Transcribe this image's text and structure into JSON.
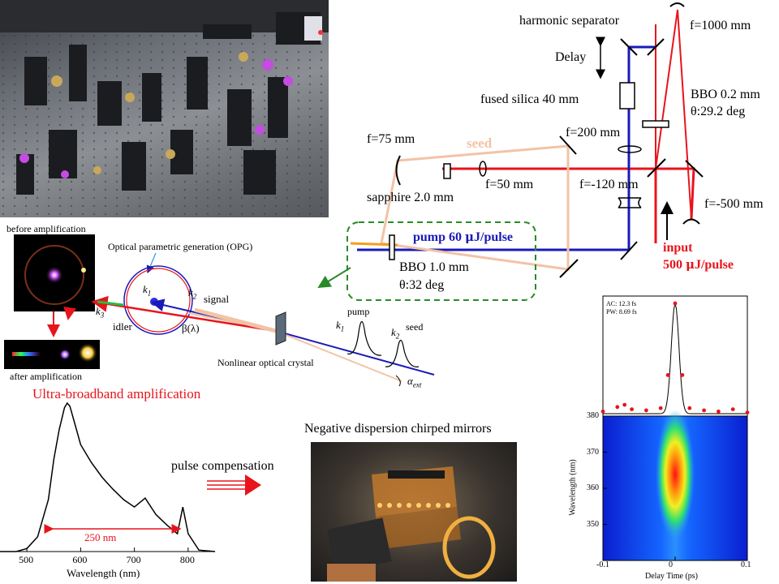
{
  "setup": {
    "harmonic_separator": "harmonic separator",
    "f1000": "f=1000 mm",
    "delay": "Delay",
    "bbo02": "BBO 0.2 mm",
    "theta292": "θ:29.2 deg",
    "fused_silica": "fused silica 40 mm",
    "f200": "f=200 mm",
    "f75": "f=75 mm",
    "seed": "seed",
    "f50": "f=50 mm",
    "sapphire": "sapphire 2.0 mm",
    "f_120": "f=-120 mm",
    "f_500": "f=-500 mm",
    "pump_prefix": "pump 60 ",
    "pump_mu": "μ",
    "pump_suffix": "J/pulse",
    "input": "input",
    "input_energy_prefix": "500 ",
    "input_mu": "μ",
    "input_energy_suffix": "J/pulse",
    "bbo10": "BBO 1.0 mm",
    "theta32": "θ:32 deg"
  },
  "opg": {
    "before": "before amplification",
    "opg_title": "Optical parametric generation (OPG)",
    "after": "after amplification",
    "k1": "k",
    "k1_sub": "1",
    "k2": "k",
    "k2_sub": "2",
    "k3": "k",
    "k3_sub": "3",
    "signal": "signal",
    "idler": "idler",
    "beta": "β(λ)",
    "crystal": "Nonlinear optical crystal",
    "pump": "pump",
    "pk1": "k",
    "pk1_sub": "1",
    "pk2": "k",
    "pk2_sub": "2",
    "seed": "seed",
    "alpha": "α",
    "alpha_sub": "ext"
  },
  "spectrum": {
    "title": "Ultra-broadband amplification",
    "bandwidth": "250 nm",
    "xlabel": "Wavelength (nm)",
    "ticks": [
      "500",
      "600",
      "700",
      "800"
    ]
  },
  "compression": {
    "title": "Negative  dispersion chirped mirrors",
    "arrow_label": "pulse compensation"
  },
  "frog": {
    "ac": "AC: 12.3 fs",
    "pw": "PW: 8.69 fs",
    "ylabel": "Wavelength (nm)",
    "xlabel": "Delay Time (ps)",
    "yticks": [
      "380",
      "370",
      "360",
      "350"
    ],
    "xticks": [
      "-0.1",
      "0",
      "0.1"
    ]
  },
  "colors": {
    "red": "#e8141b",
    "blue": "#1a1ab8",
    "seed": "#f2c3a6",
    "green": "#2a8a2a",
    "orange": "#f0a020"
  },
  "chart_data": [
    {
      "type": "line",
      "x": [
        450,
        480,
        500,
        520,
        540,
        550,
        560,
        570,
        575,
        580,
        590,
        600,
        620,
        640,
        660,
        680,
        700,
        720,
        740,
        760,
        780,
        790,
        800,
        820,
        850
      ],
      "values": [
        0.0,
        0.0,
        0.02,
        0.1,
        0.35,
        0.62,
        0.82,
        0.97,
        1.0,
        0.98,
        0.85,
        0.72,
        0.6,
        0.5,
        0.42,
        0.35,
        0.3,
        0.36,
        0.25,
        0.18,
        0.12,
        0.3,
        0.12,
        0.01,
        0.0
      ],
      "title": "Ultra-broadband amplification",
      "xlabel": "Wavelength (nm)",
      "ylabel": "",
      "xlim": [
        450,
        850
      ]
    },
    {
      "type": "scatter",
      "x": [
        -0.1,
        -0.08,
        -0.07,
        -0.06,
        -0.04,
        -0.02,
        -0.01,
        0.0,
        0.01,
        0.02,
        0.04,
        0.06,
        0.08,
        0.1
      ],
      "values": [
        0.02,
        0.06,
        0.08,
        0.04,
        0.03,
        0.05,
        0.35,
        1.0,
        0.35,
        0.05,
        0.03,
        0.02,
        0.04,
        0.01
      ],
      "title": "",
      "xlabel": "Delay Time (ps)",
      "ylabel": "",
      "xlim": [
        -0.1,
        0.1
      ]
    }
  ]
}
